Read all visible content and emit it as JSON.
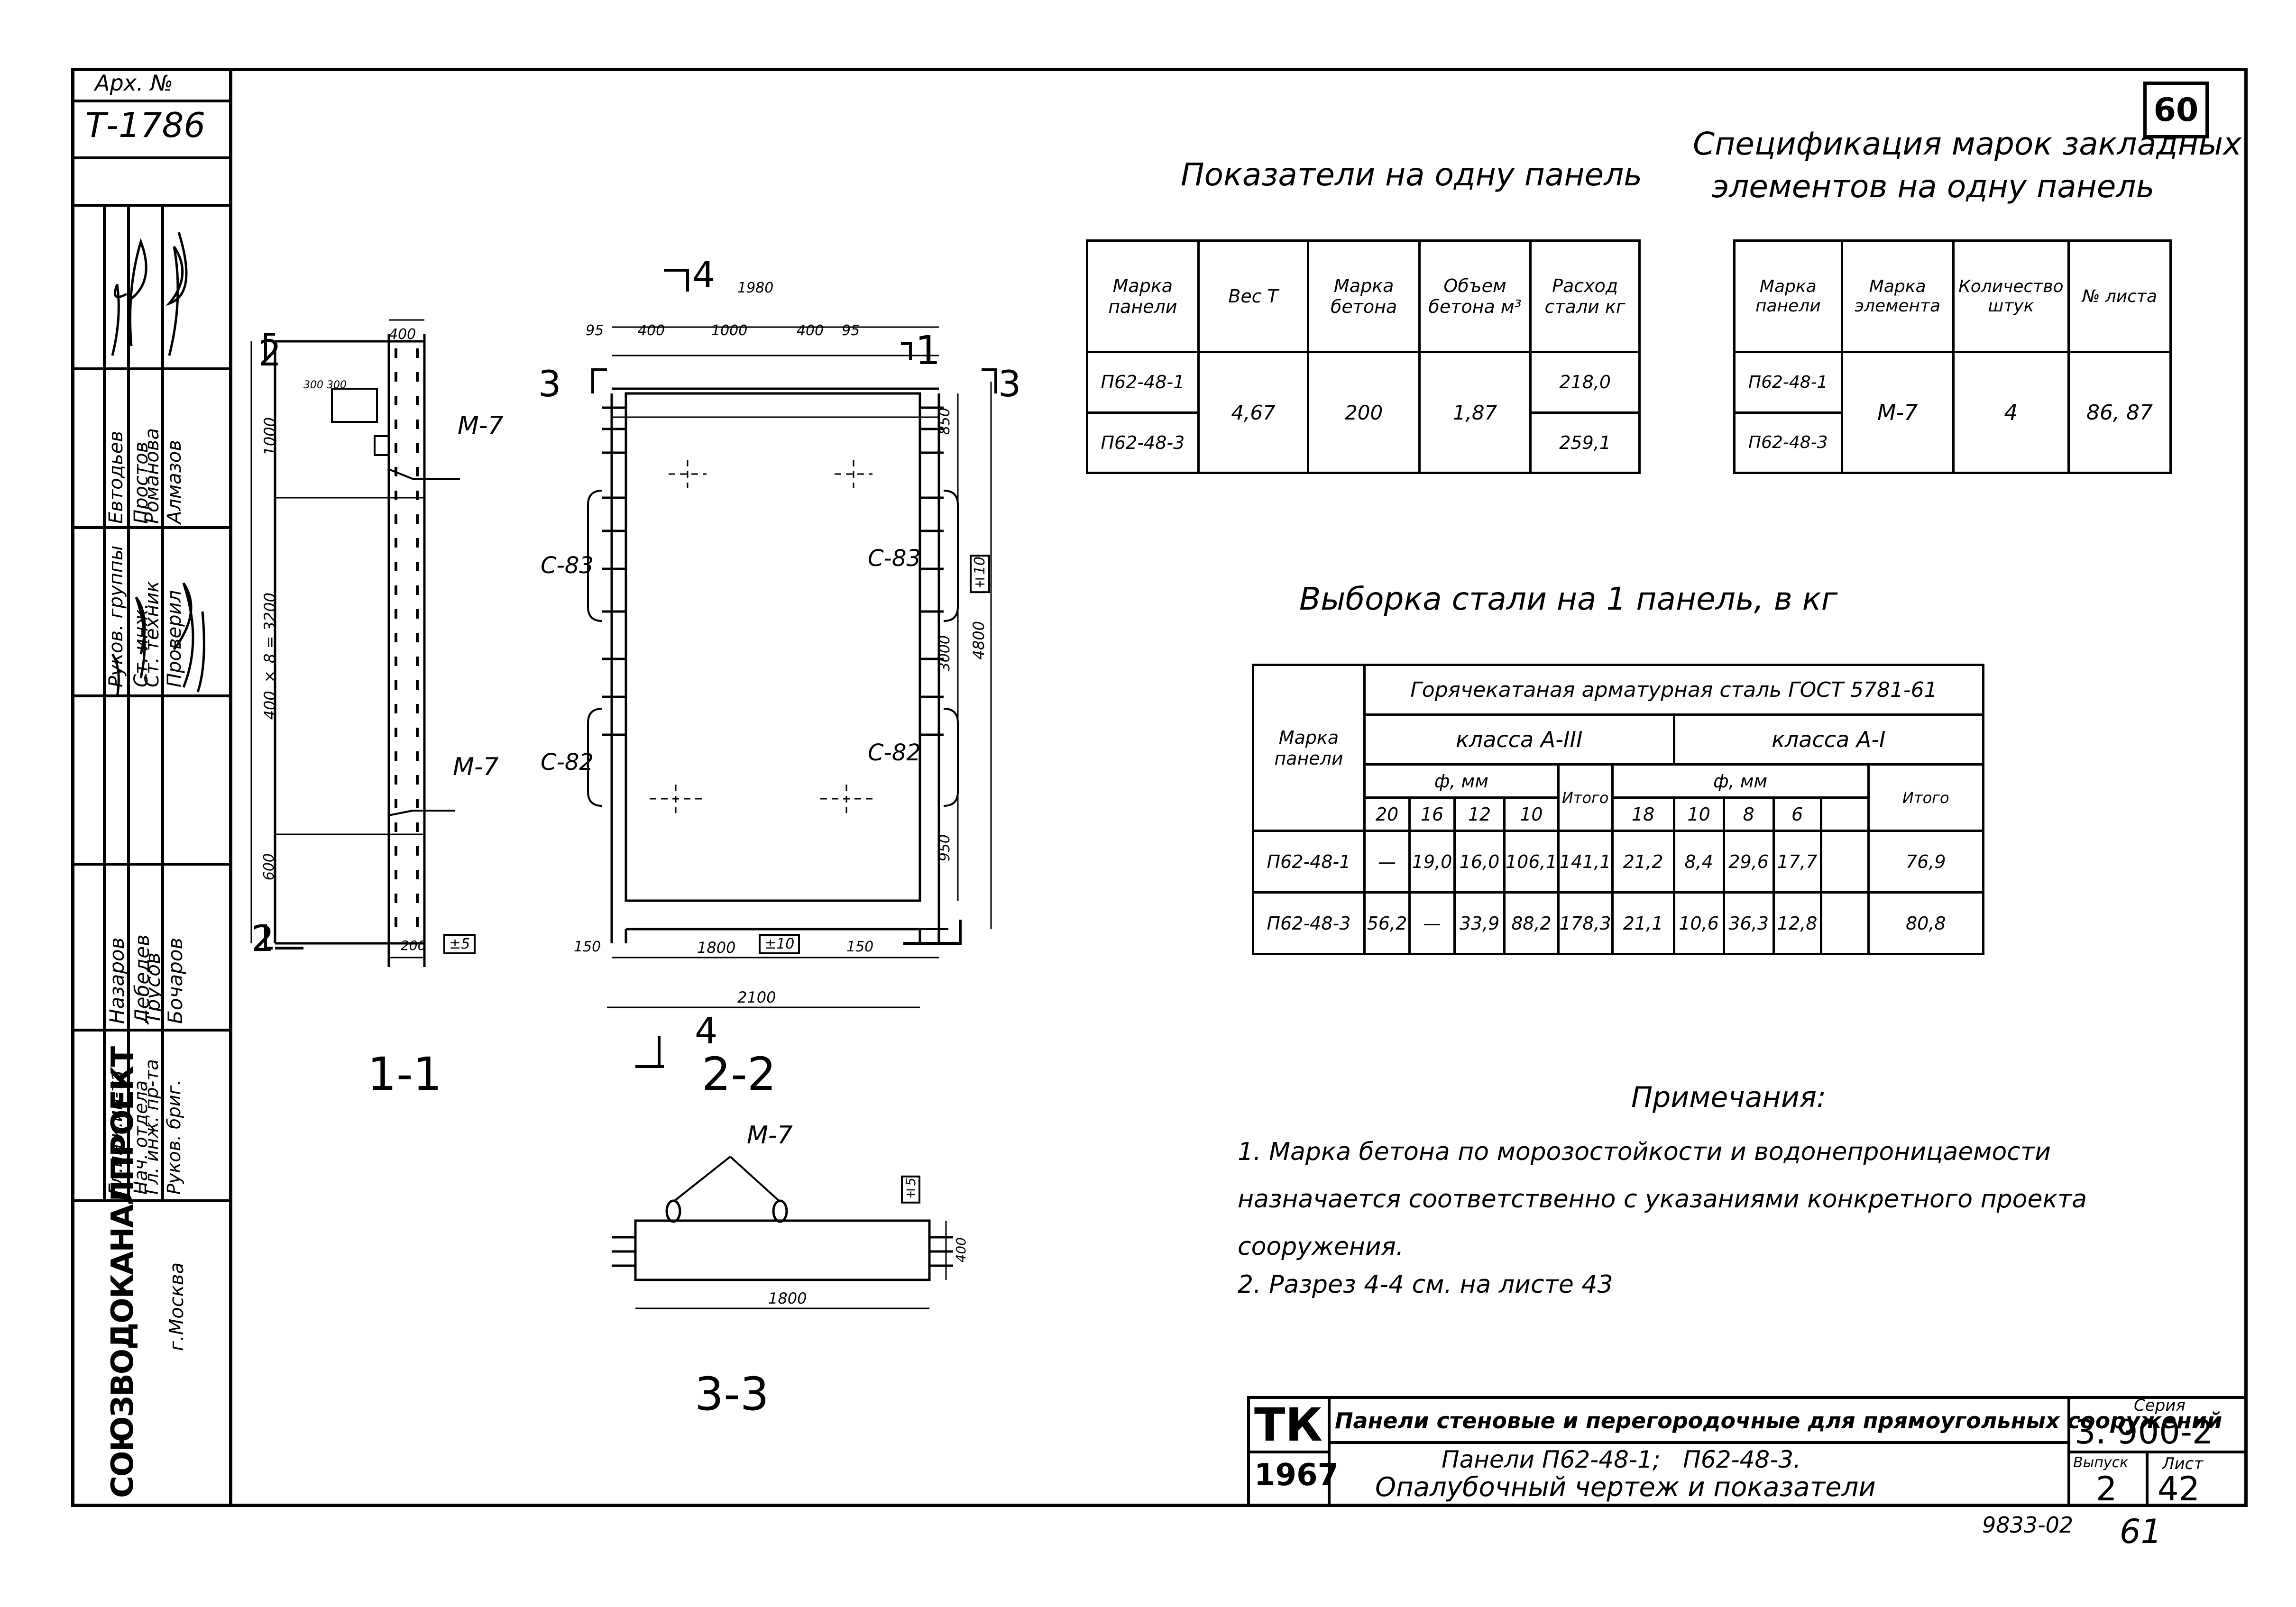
{
  "page_number": "60",
  "archive": {
    "label": "Арх. №",
    "number": "Т-1786"
  },
  "strip": {
    "org": "СОЮЗВОДОКАНАЛПРОЕКТ",
    "city": "г.Москва",
    "columns": [
      {
        "role": "Гл.инж.ин-та",
        "name": "Назаров"
      },
      {
        "role": "Нач. отдела",
        "name": "Лебедев"
      },
      {
        "role": "Гл. инж. пр-та",
        "name": "Трусов"
      },
      {
        "role": "Руков. бриг.",
        "name": "Бочаров"
      },
      {
        "role": "Руков. группы",
        "name": "Евтодьев"
      },
      {
        "role": "Ст. инж.",
        "name": "Простов"
      },
      {
        "role": "Ст. техник",
        "name": "Романова"
      },
      {
        "role": "Проверил",
        "name": "Алмазов"
      }
    ]
  },
  "indicators": {
    "title": "Показатели на одну панель",
    "headers": [
      "Марка панели",
      "Вес Т",
      "Марка бетона",
      "Объем бетона м³",
      "Расход стали кг"
    ],
    "rows": [
      {
        "mark": "П62-48-1",
        "steel": "218,0"
      },
      {
        "mark": "П62-48-3",
        "steel": "259,1"
      }
    ],
    "weight": "4,67",
    "concrete": "200",
    "volume": "1,87"
  },
  "spec": {
    "title_line1": "Спецификация марок закладных",
    "title_line2": "элементов на одну панель",
    "headers": [
      "Марка панели",
      "Марка элемента",
      "Количество штук",
      "№ листа"
    ],
    "rows": [
      "П62-48-1",
      "П62-48-3"
    ],
    "element": "М-7",
    "count": "4",
    "sheets": "86, 87"
  },
  "steel": {
    "title": "Выборка стали на 1 панель, в кг",
    "col_mark": "Марка панели",
    "group_header": "Горячекатаная арматурная сталь ГОСТ 5781-61",
    "class_a3": "класса А-III",
    "class_a1": "класса А-I",
    "dia_label": "ф, мм",
    "total": "Итого",
    "a3_dias": [
      "20",
      "16",
      "12",
      "10"
    ],
    "a1_dias": [
      "18",
      "10",
      "8",
      "6"
    ],
    "rows": [
      {
        "mark": "П62-48-1",
        "a3": [
          "—",
          "19,0",
          "16,0",
          "106,1"
        ],
        "a3_total": "141,1",
        "a1": [
          "21,2",
          "8,4",
          "29,6",
          "17,7"
        ],
        "a1_total": "76,9"
      },
      {
        "mark": "П62-48-3",
        "a3": [
          "56,2",
          "—",
          "33,9",
          "88,2"
        ],
        "a3_total": "178,3",
        "a1": [
          "21,1",
          "10,6",
          "36,3",
          "12,8"
        ],
        "a1_total": "80,8"
      }
    ]
  },
  "notes": {
    "title": "Примечания:",
    "items": [
      "1. Марка бетона по морозостойкости и водонепроницаемости назначается соответственно с указаниями конкретного проекта сооружения.",
      "2. Разрез 4-4 см. на листе 43"
    ]
  },
  "sections": {
    "s11": "1-1",
    "s22": "2-2",
    "s33": "3-3",
    "cut2": "2",
    "cut3": "3",
    "cut1": "1",
    "cut4": "4",
    "element_m7": "М-7",
    "c83": "С-83",
    "c82": "С-82",
    "dims": {
      "d400": "400",
      "d1000": "1000",
      "d3200": "400 × 8 = 3200",
      "d600": "600",
      "d200": "200",
      "tol5": "±5",
      "d300": "300 300",
      "d1980": "1980",
      "d95": "95",
      "d1000b": "1000",
      "d850": "850",
      "d3000": "3000",
      "d4800": "4800",
      "tol10": "±10",
      "d950": "950",
      "d150": "150",
      "d1800": "1800",
      "d2100": "2100",
      "d400b": "400"
    }
  },
  "titleblock": {
    "tk": "ТК",
    "year": "1967",
    "desc": "Панели стеновые и перегородочные для прямоугольных сооружений",
    "series_label": "Серия",
    "series": "3. 900-2",
    "panels": "Панели П62-48-1;   П62-48-3.",
    "sheet_title": "Опалубочный чертеж и показатели",
    "issue_label": "Выпуск",
    "issue": "2",
    "sheet_label": "Лист",
    "sheet": "42"
  },
  "footer": {
    "code": "9833-02",
    "num": "61"
  }
}
